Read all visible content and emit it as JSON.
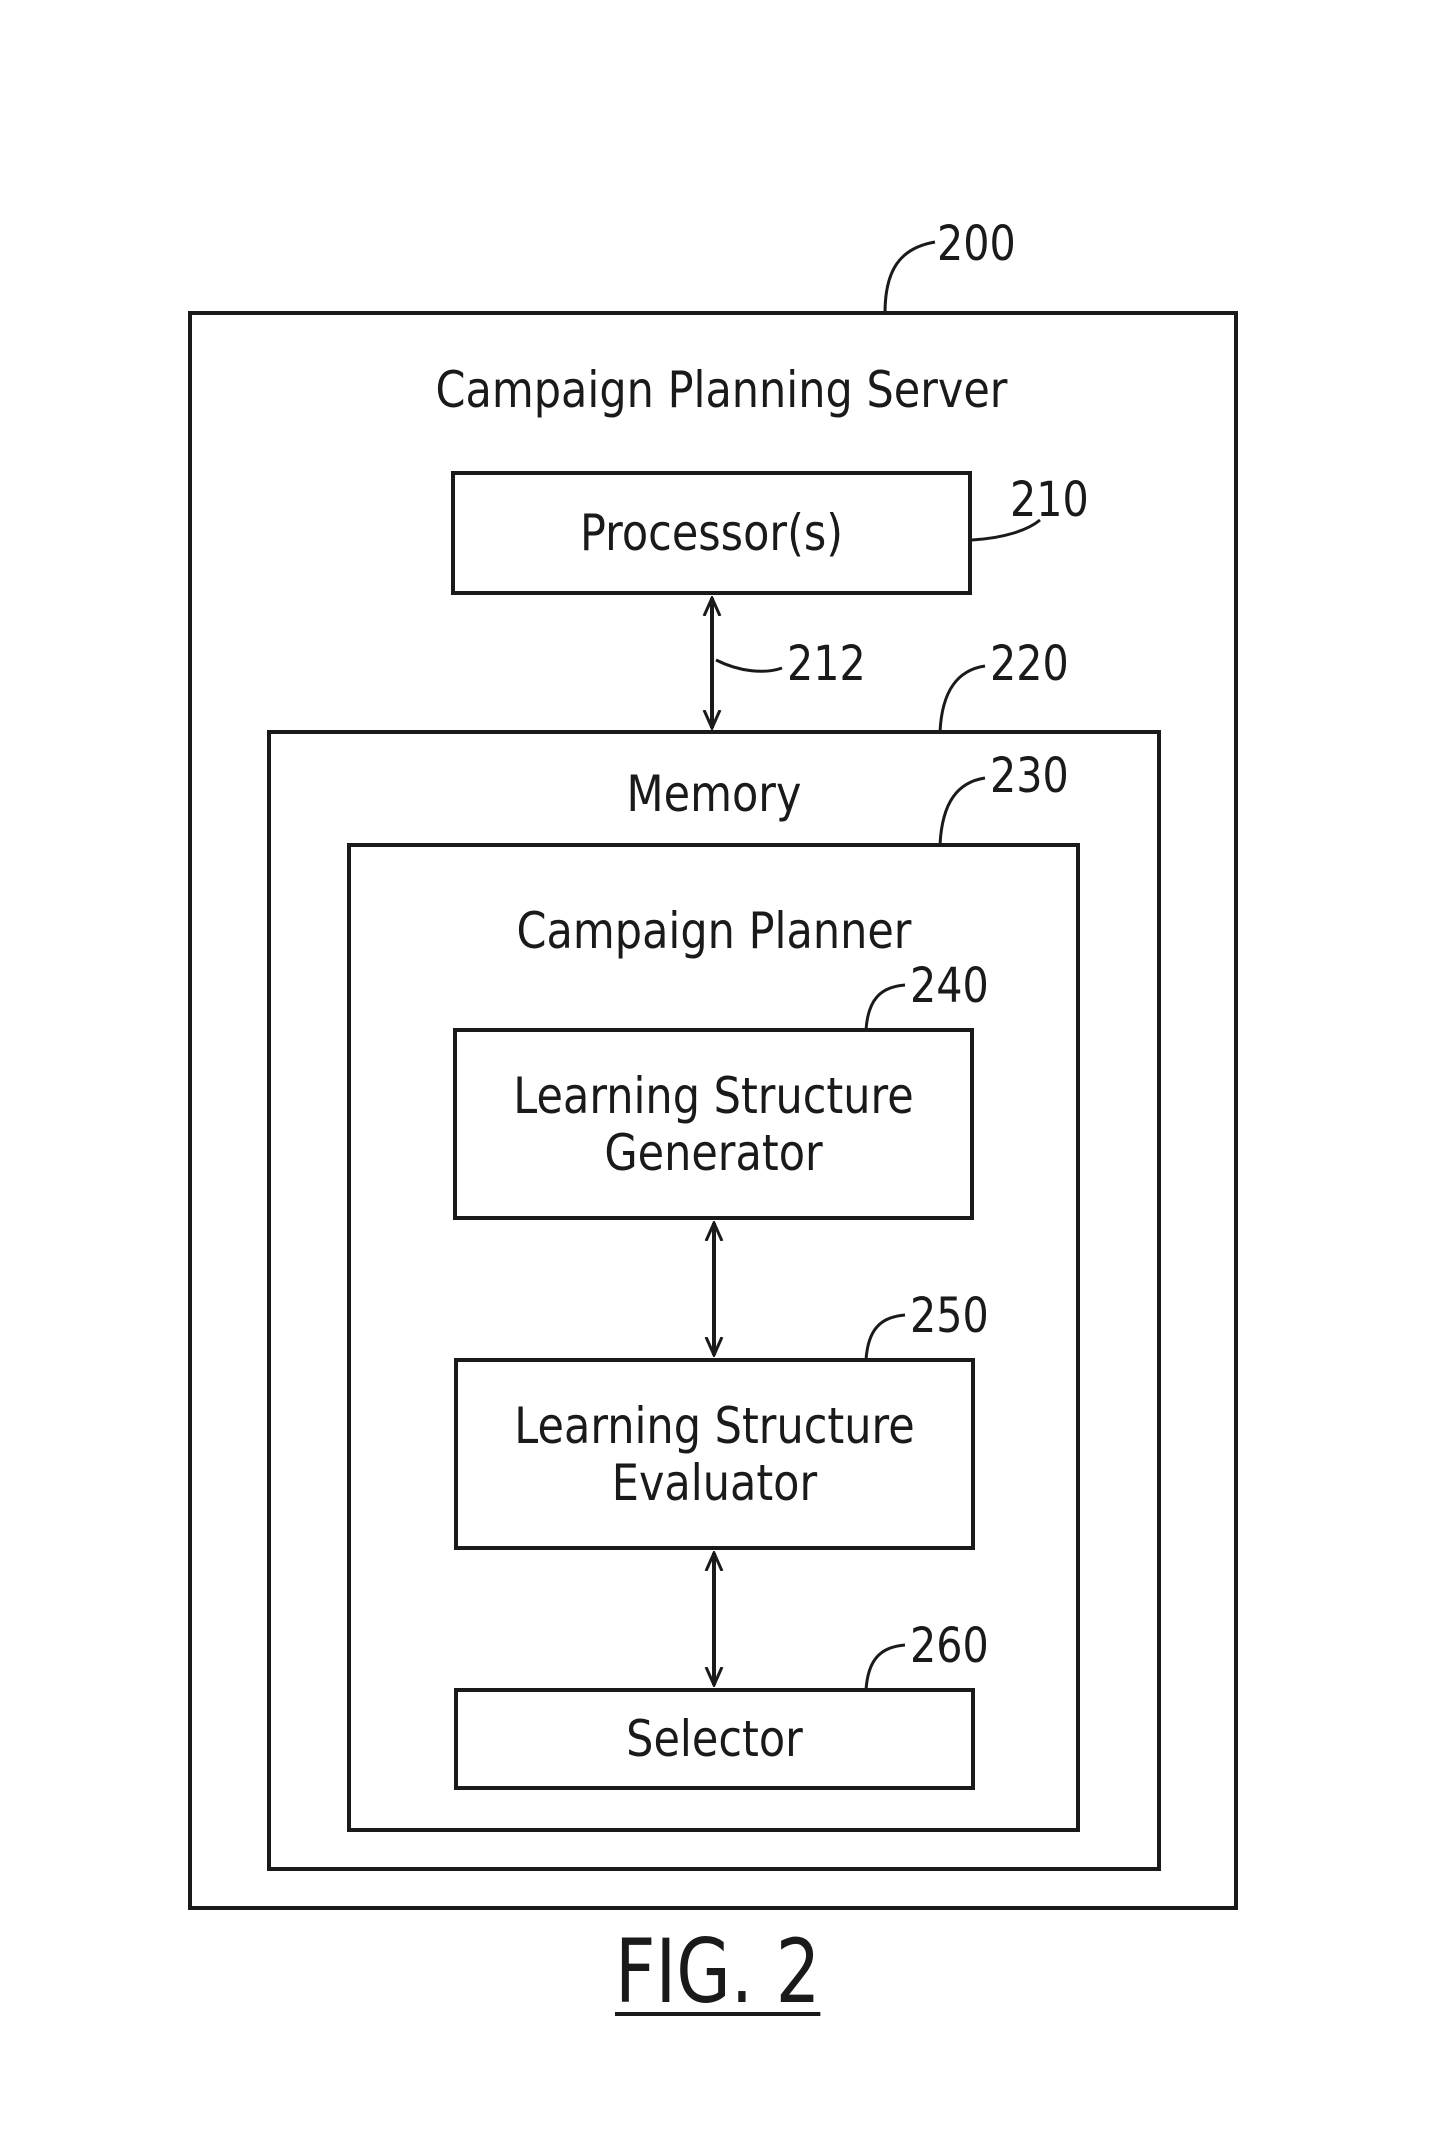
{
  "server": {
    "title": "Campaign Planning Server",
    "ref": "200"
  },
  "processor": {
    "label": "Processor(s)",
    "ref": "210"
  },
  "bus": {
    "ref": "212"
  },
  "memory": {
    "title": "Memory",
    "ref": "220"
  },
  "planner": {
    "title": "Campaign Planner",
    "ref": "230"
  },
  "generator": {
    "line1": "Learning Structure",
    "line2": "Generator",
    "ref": "240"
  },
  "evaluator": {
    "line1": "Learning Structure",
    "line2": "Evaluator",
    "ref": "250"
  },
  "selector": {
    "label": "Selector",
    "ref": "260"
  },
  "figure": {
    "caption": "FIG. 2"
  }
}
